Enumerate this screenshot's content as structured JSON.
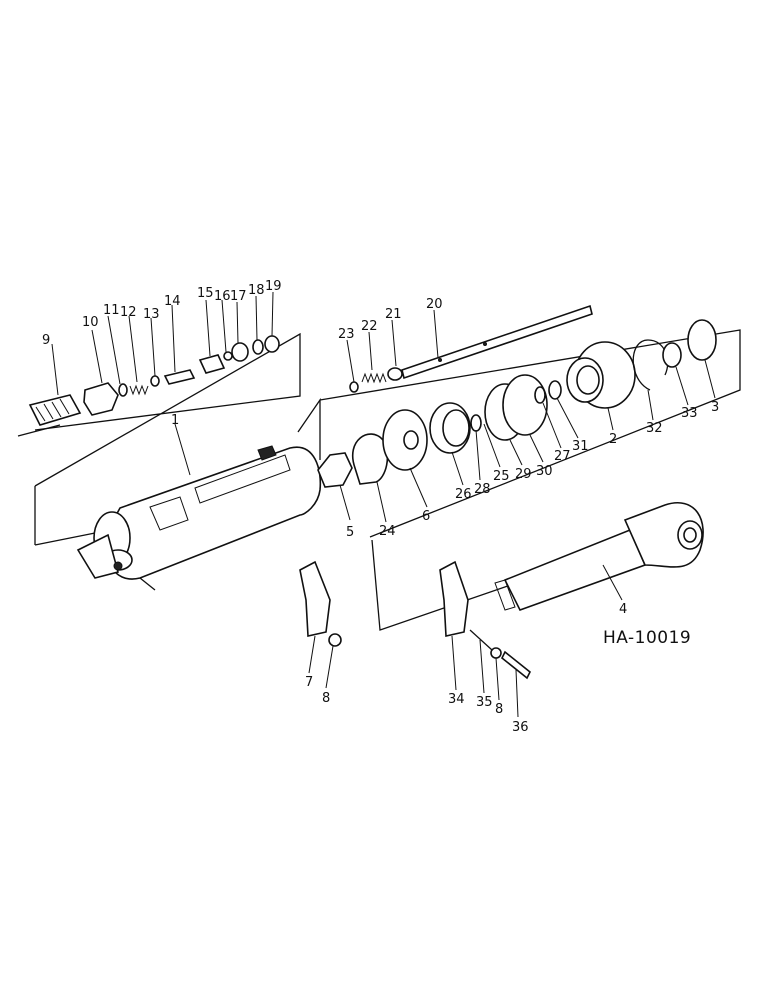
{
  "drawing_code": "HA-10019",
  "labels": {
    "p1": "1",
    "p2": "2",
    "p3": "3",
    "p4": "4",
    "p5": "5",
    "p6": "6",
    "p7": "7",
    "p8a": "8",
    "p8b": "8",
    "p9": "9",
    "p10": "10",
    "p11": "11",
    "p12": "12",
    "p13": "13",
    "p14": "14",
    "p15": "15",
    "p16": "16",
    "p17": "17",
    "p18": "18",
    "p19": "19",
    "p20": "20",
    "p21": "21",
    "p22": "22",
    "p23": "23",
    "p24": "24",
    "p25": "25",
    "p26": "26",
    "p27": "27",
    "p28": "28",
    "p29": "29",
    "p30": "30",
    "p31": "31",
    "p32": "32",
    "p33": "33",
    "p34": "34",
    "p35": "35",
    "p36": "36"
  }
}
